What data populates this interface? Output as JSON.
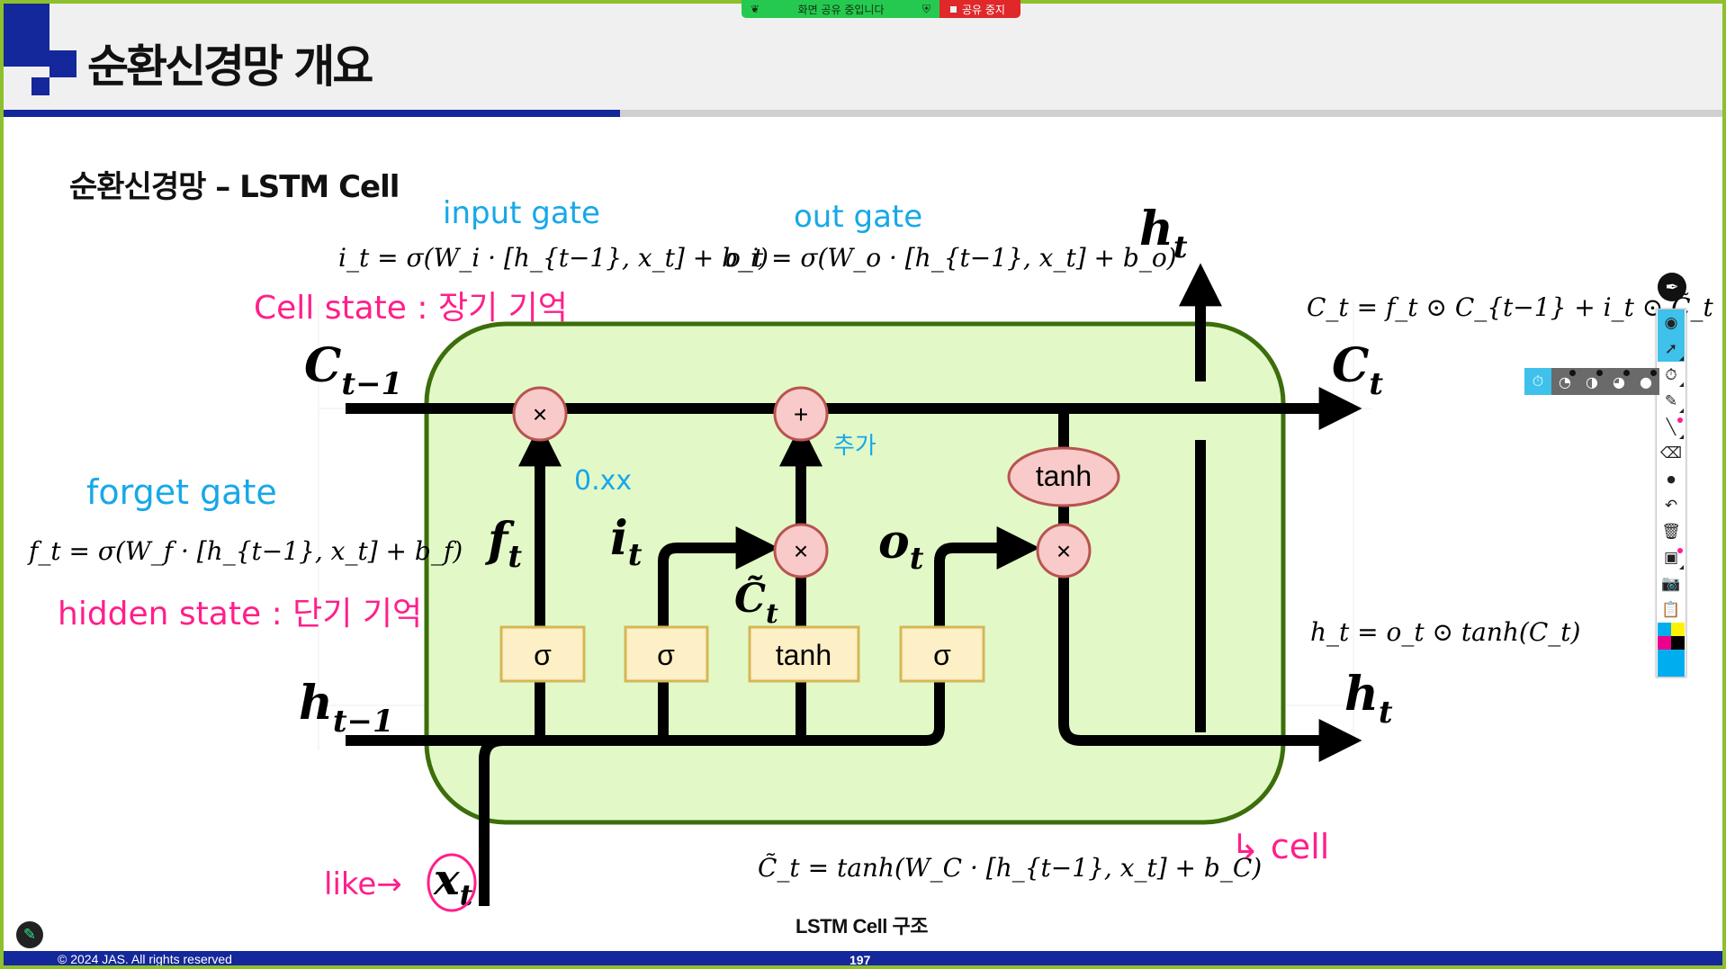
{
  "header": {
    "title": "순환신경망 개요"
  },
  "screen_share": {
    "status_label": "화면 공유 중입니다",
    "stop_label": "공유 중지"
  },
  "slide": {
    "subtitle": "순환신경망 – LSTM Cell",
    "caption": "LSTM Cell 구조",
    "footer_copyright": "© 2024 JAS. All rights reserved",
    "page_number": "197"
  },
  "equations": {
    "input_gate": "i_t = σ(W_i · [h_{t−1}, x_t] + b_i)",
    "output_gate": "o_t = σ(W_o · [h_{t−1}, x_t] + b_o)",
    "forget_gate": "f_t = σ(W_f · [h_{t−1}, x_t] + b_f)",
    "cell_state": "C_t = f_t ⊙ C_{t−1} + i_t ⊙ C̃_t",
    "hidden_state": "h_t = o_t ⊙ tanh(C_t)",
    "candidate": "C̃_t = tanh(W_C · [h_{t−1}, x_t] + b_C)"
  },
  "diagram": {
    "labels": {
      "c_prev": "C",
      "c_prev_sub": "t−1",
      "c_next": "C",
      "c_next_sub": "t",
      "h_prev": "h",
      "h_prev_sub": "t−1",
      "h_next": "h",
      "h_next_sub": "t",
      "h_top": "h",
      "h_top_sub": "t",
      "x_in": "x",
      "x_in_sub": "t",
      "f": "f",
      "f_sub": "t",
      "i": "i",
      "i_sub": "t",
      "o": "o",
      "o_sub": "t",
      "c_tilde": "C̃",
      "c_tilde_sub": "t"
    },
    "ops": {
      "multiply": "×",
      "add": "+",
      "tanh": "tanh"
    },
    "layers": [
      "σ",
      "σ",
      "tanh",
      "σ"
    ],
    "colors": {
      "cell_fill": "#e2f9c7",
      "cell_border": "#3c6e0c",
      "op_fill": "#f8caca",
      "op_border": "#b85450",
      "layer_fill": "#fdefc6",
      "layer_border": "#d6b656"
    }
  },
  "annotations": {
    "input_gate": "input gate",
    "out_gate": "out gate",
    "forget_gate": "forget gate",
    "cell_state": "Cell state : 장기 기억",
    "hidden_state": "hidden state : 단기 기억",
    "forget_value": "0.xx",
    "add_note": "추가",
    "cell_note": "↳ cell",
    "like_note": "like→",
    "pink": "#ff1f8a",
    "blue": "#17a8e8"
  },
  "toolbar": {
    "logo_icon": "pen-nib-icon",
    "items": [
      {
        "name": "eye-icon",
        "glyph": "◉",
        "active": true
      },
      {
        "name": "cursor-icon",
        "glyph": "➚",
        "active": true
      },
      {
        "name": "timer-off-icon",
        "glyph": "⏱"
      },
      {
        "name": "highlighter-icon",
        "glyph": "✎"
      },
      {
        "name": "line-icon",
        "glyph": "╲"
      },
      {
        "name": "eraser-icon",
        "glyph": "⌫"
      },
      {
        "name": "dot-icon",
        "glyph": "●"
      },
      {
        "name": "undo-icon",
        "glyph": "↶"
      },
      {
        "name": "trash-icon",
        "glyph": "🗑"
      },
      {
        "name": "whiteboard-icon",
        "glyph": "▣"
      },
      {
        "name": "camera-icon",
        "glyph": "📷"
      },
      {
        "name": "clipboard-icon",
        "glyph": "📋"
      }
    ],
    "palette": [
      "#00aeef",
      "#fff200",
      "#ec008c",
      "#000000"
    ],
    "selected_color": "#00aeef"
  },
  "timer_options": [
    "timer-off-icon",
    "timer-quarter-icon",
    "timer-half-icon",
    "timer-three-quarter-icon",
    "timer-full-icon"
  ]
}
